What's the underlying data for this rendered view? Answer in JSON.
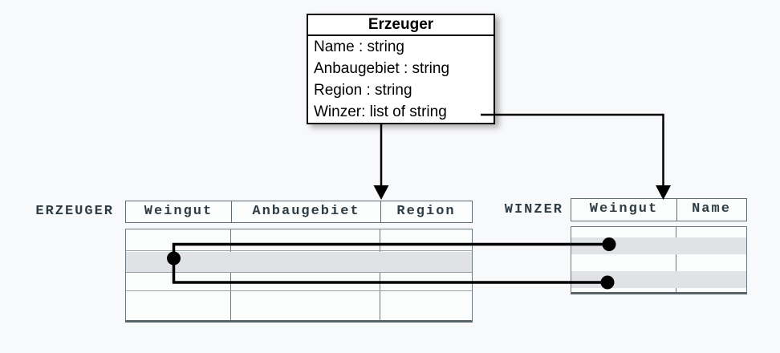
{
  "class_box": {
    "title": "Erzeuger",
    "attributes": [
      "Name : string",
      "Anbaugebiet : string",
      "Region : string",
      "Winzer: list of string"
    ]
  },
  "tables": {
    "erzeuger": {
      "label": "ERZEUGER",
      "columns": [
        "Weingut",
        "Anbaugebiet",
        "Region"
      ],
      "body_rows": 4,
      "highlighted_row": 2
    },
    "winzer": {
      "label": "WINZER",
      "columns": [
        "Weingut",
        "Name"
      ],
      "body_rows": 4,
      "highlighted_rows": [
        2,
        4
      ]
    }
  },
  "diagram": {
    "arrows": [
      {
        "from": "Erzeuger class box",
        "to": "ERZEUGER table header"
      },
      {
        "from": "Winzer attribute",
        "to": "WINZER table header"
      }
    ],
    "connections": [
      {
        "from": "ERZEUGER highlighted row, Weingut column",
        "to": "WINZER row 2, Weingut column"
      },
      {
        "from": "ERZEUGER highlighted row, Weingut column",
        "to": "WINZER row 4, Weingut column"
      }
    ]
  },
  "colors": {
    "background": "#f8f9fa",
    "class_box_border": "#000000",
    "table_border": "#6b7a81",
    "header_text": "#2e3d45",
    "row_highlight": "#e1e2e6",
    "connector": "#000000"
  }
}
